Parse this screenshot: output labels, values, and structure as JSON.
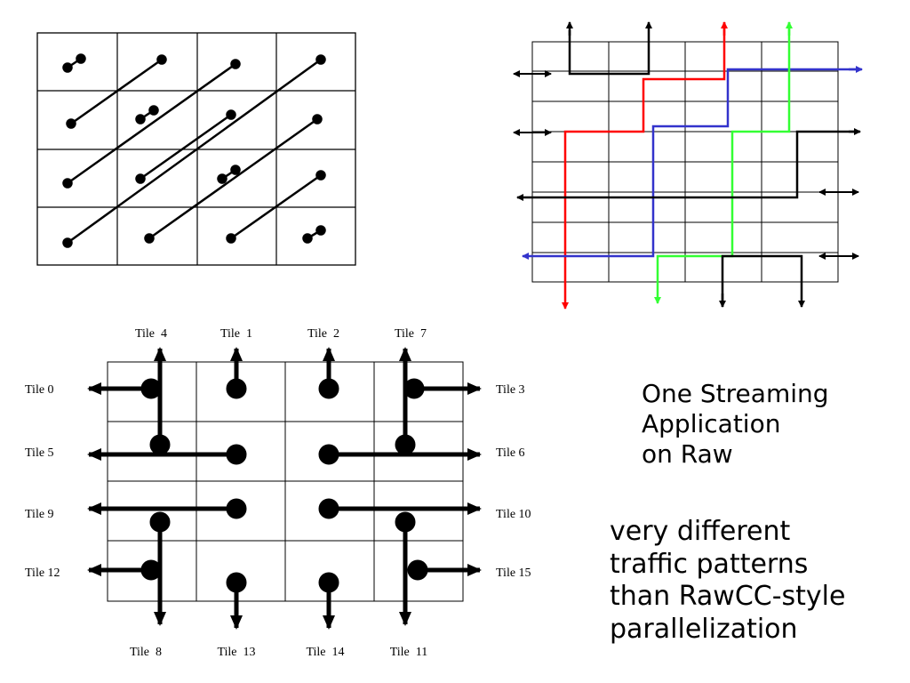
{
  "colors": {
    "grid": "#000000",
    "red_path": "#ff0000",
    "blue_path": "#3333cc",
    "green_path": "#33ff33",
    "black_path": "#000000"
  },
  "tiles": {
    "top": [
      "Tile  4",
      "Tile  1",
      "Tile  2",
      "Tile  7"
    ],
    "bottom": [
      "Tile  8",
      "Tile  13",
      "Tile  14",
      "Tile  11"
    ],
    "left": [
      "Tile 0",
      "Tile 5",
      "Tile 9",
      "Tile 12"
    ],
    "right": [
      "Tile 3",
      "Tile 6",
      "Tile 10",
      "Tile 15"
    ]
  },
  "caption": {
    "title_lines": [
      "One Streaming",
      "Application",
      "on Raw"
    ],
    "body_lines": [
      "very different",
      "traffic patterns",
      "than RawCC-style",
      "parallelization"
    ]
  }
}
